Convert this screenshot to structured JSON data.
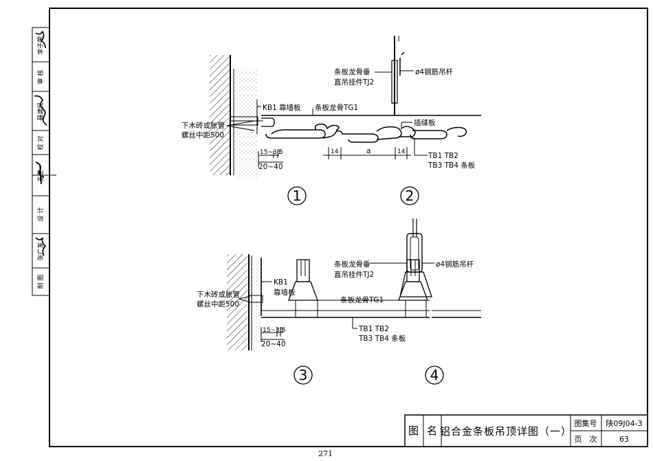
{
  "side_block": {
    "checked_name": "李子荣",
    "role_review": "审 核",
    "reviewed_name": "聂建民",
    "role_check": "校 对",
    "checker_name": "王卫",
    "role_design": "设 计",
    "designer_name": "张广发",
    "role_draw": "制 图"
  },
  "detail1": {
    "wall_label": "KB1 靠墙板",
    "runner_label": "条板龙骨TG1",
    "anchor_line1": "下木砖或胀管",
    "anchor_line2": "螺丝中距500",
    "dim_small": "15~35",
    "dim_small2": "5",
    "dim_big": "20~40",
    "num": "1"
  },
  "detail2": {
    "hanger_line1": "条板龙骨垂",
    "hanger_line2": "直吊挂件TJ2",
    "rod_label": "ø4钢筋吊杆",
    "insert_label": "插缝板",
    "panel_line1": "TB1 TB2",
    "panel_line2": "TB3 TB4 条板",
    "dim_a": "a",
    "dim_14a": "14",
    "dim_14b": "14",
    "num": "2"
  },
  "detail3": {
    "wall_line1": "KB1",
    "wall_line2": "靠墙板",
    "anchor_line1": "下木砖或胀管",
    "anchor_line2": "螺丝中距500",
    "runner_label": "条板龙骨TG1",
    "panel_line1": "TB1 TB2",
    "panel_line2": "TB3 TB4 条板",
    "dim_small": "15~35",
    "dim_small2": "5",
    "dim_big": "20~40",
    "num": "3"
  },
  "detail4": {
    "hanger_line1": "条板龙骨垂",
    "hanger_line2": "直吊挂件TJ2",
    "rod_label": "ø4钢筋吊杆",
    "num": "4"
  },
  "title_block": {
    "label_tu": "图",
    "label_ming": "名",
    "title": "铝合金条板吊顶详图（一）",
    "atlas_label": "图集号",
    "atlas_value": "陕09J04-3",
    "page_label": "页　次",
    "page_value": "63"
  },
  "page_number": "271"
}
